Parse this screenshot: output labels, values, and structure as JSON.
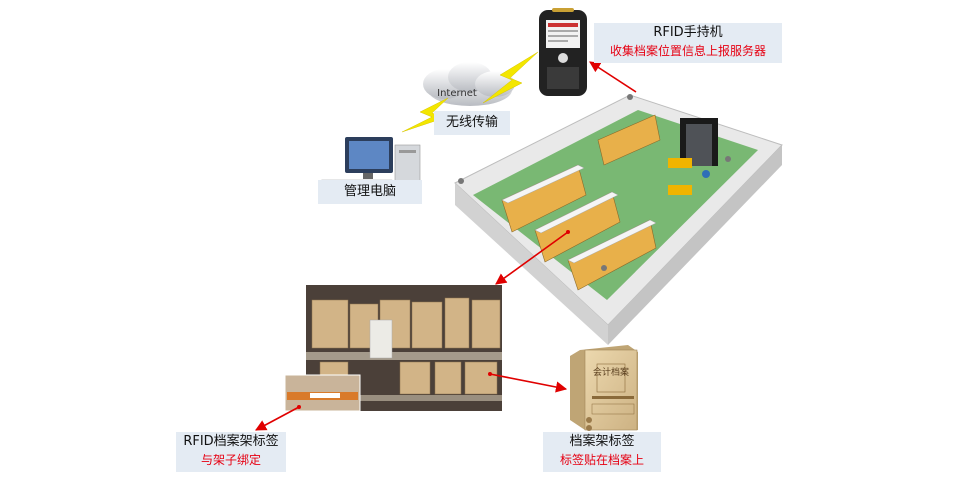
{
  "labels": {
    "handheld_title": "RFID手持机",
    "handheld_desc": "收集档案位置信息上报服务器",
    "wireless": "无线传输",
    "pc": "管理电脑",
    "internet": "Internet",
    "shelf_tag_title": "RFID档案架标签",
    "shelf_tag_desc": "与架子绑定",
    "file_tag_title": "档案架标签",
    "file_tag_desc": "标签贴在档案上",
    "box_title": "会计档案"
  },
  "colors": {
    "label_bg": "#e4ebf3",
    "red_text": "#e60012",
    "arrow": "#e00000",
    "lightning": "#f3e600",
    "floor": "#79b873",
    "wall": "#e9e9e9",
    "shelf_box": "#e8b04a",
    "kraft": "#d9c097"
  },
  "icons": [
    "cloud-icon",
    "lightning-icon",
    "computer-icon",
    "rfid-handheld-icon",
    "warehouse-illustration",
    "archive-shelf-photo",
    "archive-box-icon"
  ]
}
